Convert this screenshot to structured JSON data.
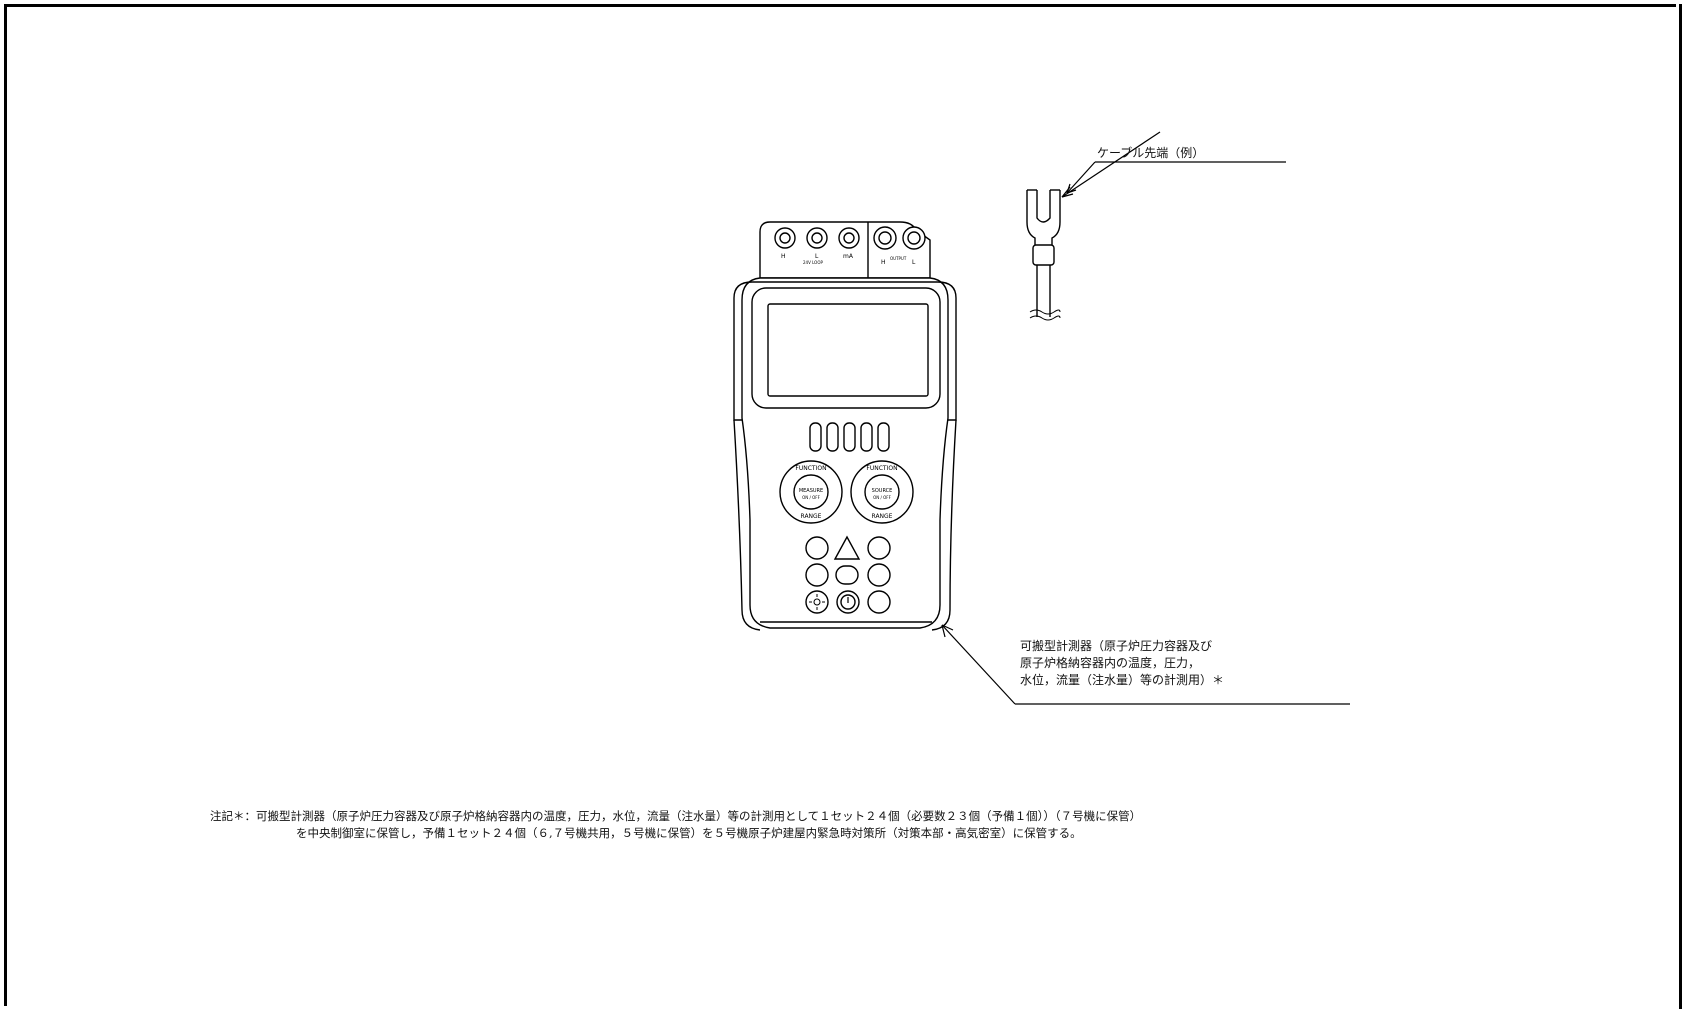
{
  "cable_label": "ケーブル先端（例）",
  "meter_label": [
    "可搬型計測器（原子炉圧力容器及び",
    "原子炉格納容器内の温度，圧力，",
    "水位，流量（注水量）等の計測用）＊"
  ],
  "footnote": {
    "line1": "注記＊：可搬型計測器（原子炉圧力容器及び原子炉格納容器内の温度，圧力，水位，流量（注水量）等の計測用として１セット２４個（必要数２３個（予備１個））（７号機に保管）",
    "line2": "を中央制御室に保管し，予備１セット２４個（６,７号機共用，５号機に保管）を５号機原子炉建屋内緊急時対策所（対策本部・高気密室）に保管する。"
  },
  "device": {
    "terminals_left": [
      "H",
      "L",
      "mA"
    ],
    "terminals_left_caption": "24V LOOP",
    "terminals_right": [
      "H",
      "L"
    ],
    "terminals_right_caption": "OUTPUT",
    "dial_left": {
      "top": "FUNCTION",
      "center": "MEASURE",
      "center_sub": "ON / OFF",
      "bottom": "RANGE"
    },
    "dial_right": {
      "top": "FUNCTION",
      "center": "SOURCE",
      "center_sub": "ON / OFF",
      "bottom": "RANGE"
    }
  }
}
